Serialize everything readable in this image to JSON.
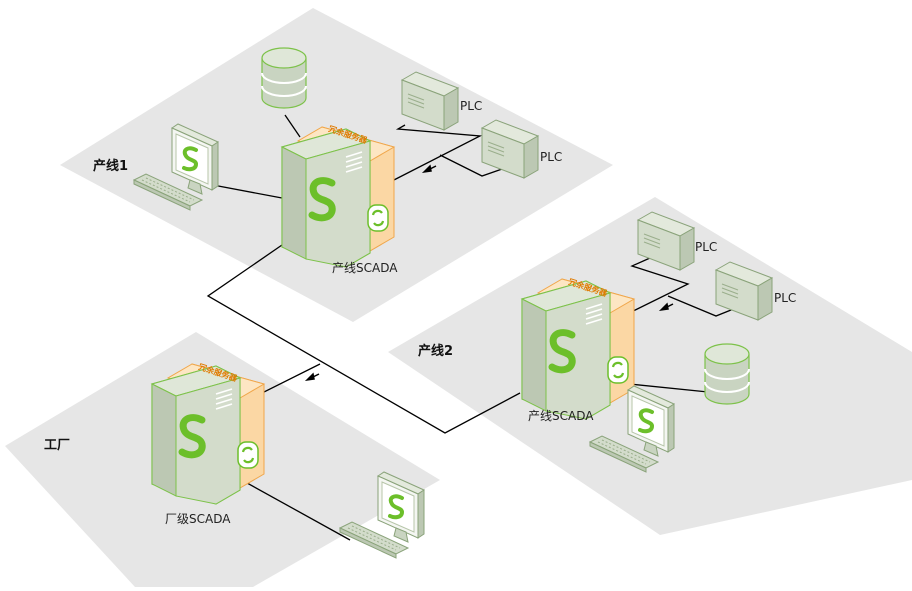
{
  "zones": {
    "line1": "产线1",
    "line2": "产线2",
    "factory": "工厂"
  },
  "labels": {
    "scada_line1": "产线SCADA",
    "scada_line2": "产线SCADA",
    "scada_factory": "厂级SCADA",
    "plc": "PLC",
    "redundant_server": "冗余服务器"
  },
  "colors": {
    "zone_fill": "#e6e6e6",
    "server_green": "#c9d4c1",
    "server_outline": "#7dc24a",
    "accent_green": "#6cbf2a",
    "redundant_orange": "#fbd7a4",
    "line": "#000000"
  },
  "icons": [
    "server-icon",
    "database-icon",
    "plc-icon",
    "monitor-icon",
    "keyboard-icon",
    "sync-icon"
  ]
}
